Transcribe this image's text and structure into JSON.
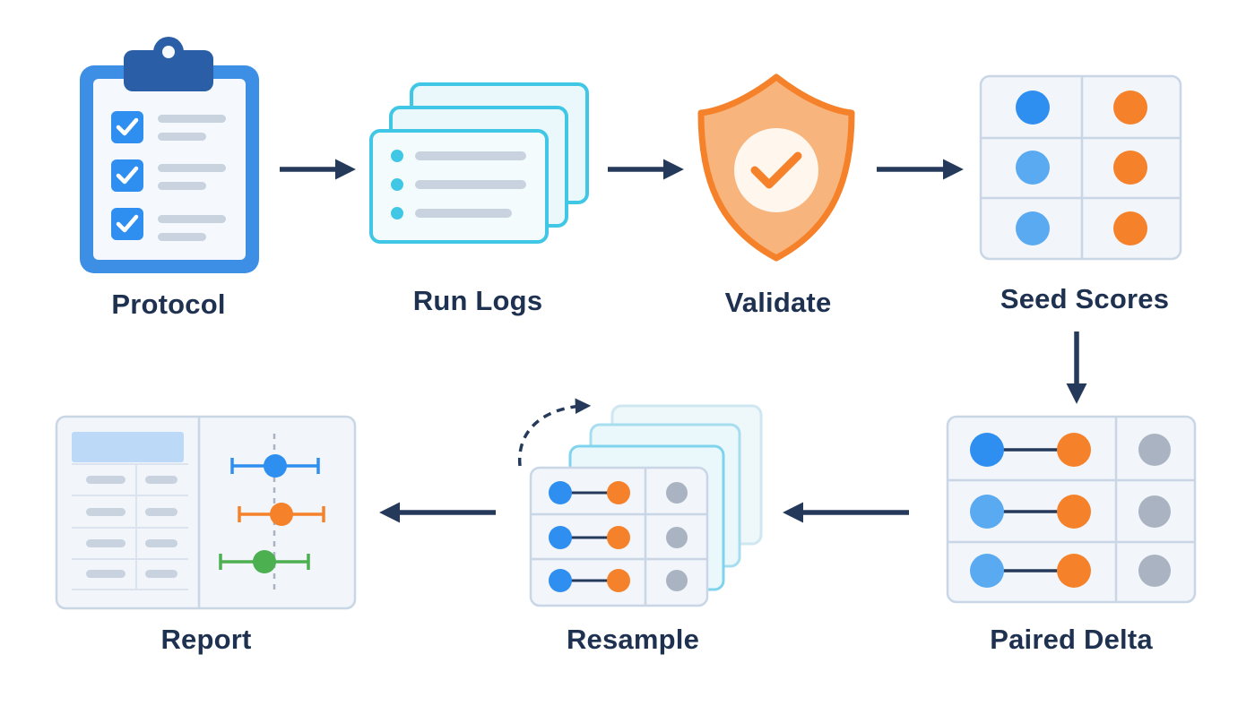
{
  "diagram": {
    "steps": [
      {
        "id": "protocol",
        "label": "Protocol",
        "icon": "clipboard-checklist-icon"
      },
      {
        "id": "run-logs",
        "label": "Run Logs",
        "icon": "stacked-log-cards-icon"
      },
      {
        "id": "validate",
        "label": "Validate",
        "icon": "shield-check-icon"
      },
      {
        "id": "seed-scores",
        "label": "Seed Scores",
        "icon": "score-grid-icon"
      },
      {
        "id": "paired-delta",
        "label": "Paired Delta",
        "icon": "paired-dots-table-icon"
      },
      {
        "id": "resample",
        "label": "Resample",
        "icon": "resample-stack-icon"
      },
      {
        "id": "report",
        "label": "Report",
        "icon": "report-interval-chart-icon"
      }
    ],
    "flow": [
      "protocol",
      "run-logs",
      "validate",
      "seed-scores",
      "paired-delta",
      "resample",
      "report"
    ],
    "colors": {
      "text": "#1f3150",
      "arrow": "#253a5a",
      "blue": "#2f8ff0",
      "light_blue": "#5aaaf2",
      "orange": "#f5822a",
      "gray": "#a9b3c1",
      "green": "#4caf50",
      "teal": "#41c7e6",
      "panel_border": "#c9d6e6"
    }
  }
}
